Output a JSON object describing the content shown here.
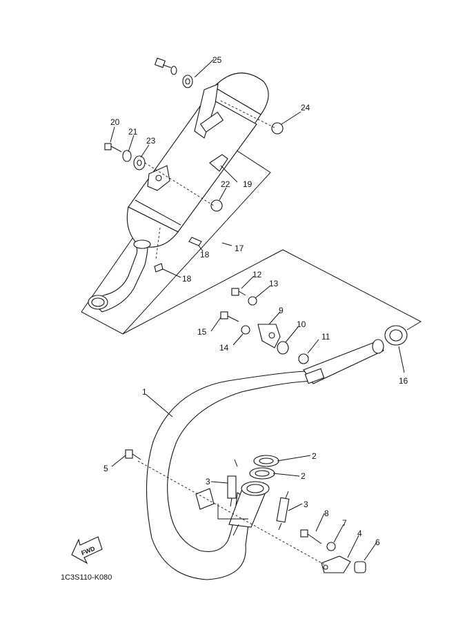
{
  "diagram": {
    "code": "1C3S110-K080",
    "fwd_label": "FWD",
    "callouts": {
      "p1": "1",
      "p2a": "2",
      "p2b": "2",
      "p3a": "3",
      "p3b": "3",
      "p4": "4",
      "p5": "5",
      "p6": "6",
      "p7": "7",
      "p8": "8",
      "p9": "9",
      "p10": "10",
      "p11": "11",
      "p12": "12",
      "p13": "13",
      "p14": "14",
      "p15": "15",
      "p16": "16",
      "p17": "17",
      "p18a": "18",
      "p18b": "18",
      "p19": "19",
      "p20": "20",
      "p21": "21",
      "p22": "22",
      "p23": "23",
      "p24": "24",
      "p25": "25"
    }
  }
}
